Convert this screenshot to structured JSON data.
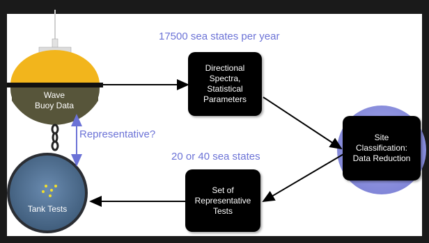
{
  "labels": {
    "top_rate": "17500 sea states per year",
    "bottom_rate": "20 or 40 sea states",
    "question": "Representative?",
    "buoy": "Wave\nBuoy Data",
    "tank": "Tank Tests"
  },
  "boxes": {
    "spectra": "Directional\nSpectra,\nStatistical\nParameters",
    "site": "Site\nClassification:\nData Reduction",
    "tests": "Set of\nRepresentative\nTests"
  },
  "colors": {
    "note_text": "#6b72d6",
    "buoy_top": "#f2b51c",
    "buoy_bottom": "#57553a",
    "site_circle": "#8b90df"
  }
}
